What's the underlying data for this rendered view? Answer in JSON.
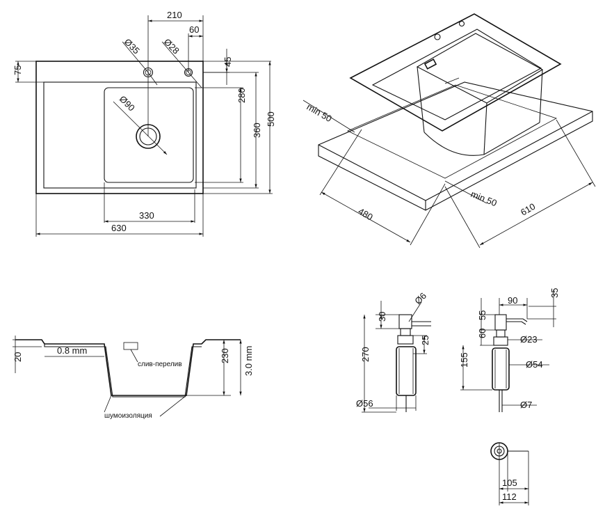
{
  "top_view": {
    "width_total": "630",
    "bowl_width": "330",
    "offset_hole": "210",
    "hole_gap": "60",
    "edge_top": "75",
    "hole_to_edge": "45",
    "bowl_depth": "280",
    "depth_inner": "360",
    "depth_total": "500",
    "hole_d1": "Ø35",
    "hole_d2": "Ø28",
    "drain": "Ø90"
  },
  "iso_view": {
    "min_top": "min 50",
    "min_side": "min 50",
    "length": "480",
    "width": "610"
  },
  "section_view": {
    "rim_height": "20",
    "thickness": "0.8 mm",
    "overflow_label": "слив-перелив",
    "bowl_height": "230",
    "wall": "3.0 mm",
    "insulation_label": "шумоизоляция"
  },
  "dispenser_front": {
    "nozzle_d": "Ø6",
    "head_h": "30",
    "total_h": "270",
    "collar_h": "25",
    "bottle_d": "Ø56"
  },
  "dispenser_side": {
    "reach": "90",
    "top_h": "35",
    "neck_h": "55",
    "base_h": "60",
    "base_d": "Ø23",
    "body_h": "155",
    "body_d": "Ø54",
    "tube_d": "Ø7"
  },
  "dispenser_plan": {
    "inner": "105",
    "outer": "112"
  }
}
